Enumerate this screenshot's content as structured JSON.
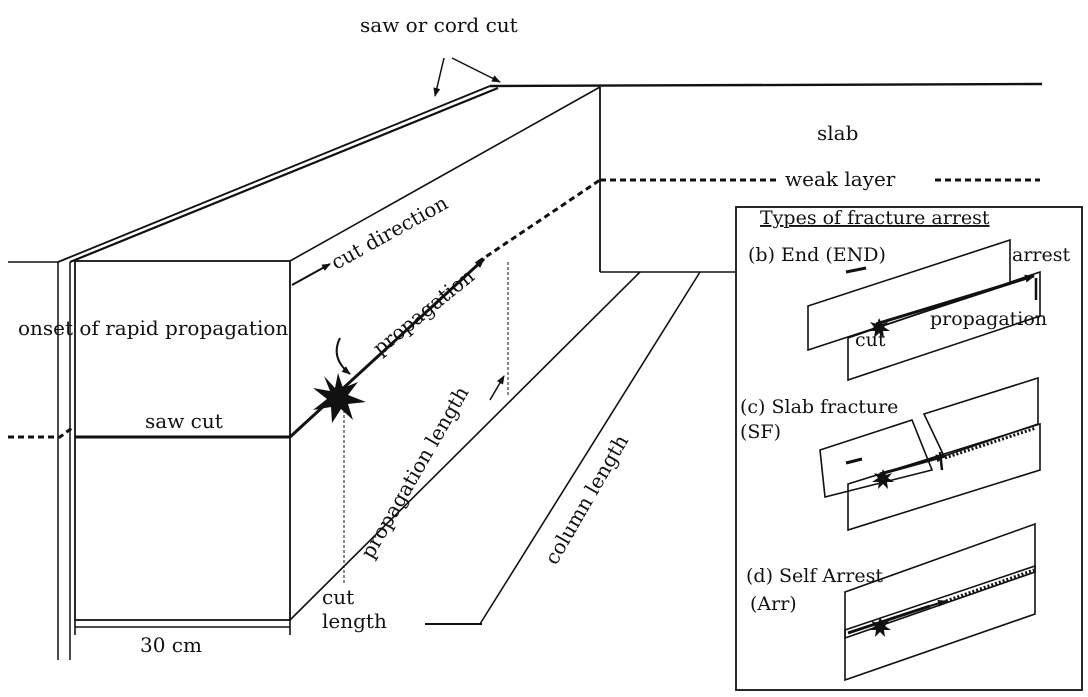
{
  "diagram": {
    "labels": {
      "saw_or_cord_cut": "saw or cord cut",
      "slab": "slab",
      "weak_layer": "weak layer",
      "cut_direction": "cut direction",
      "propagation": "propagation",
      "onset": "onset of rapid propagation",
      "saw_cut": "saw cut",
      "propagation_length": "propagation length",
      "column_length": "column length",
      "cut_length_1": "cut",
      "cut_length_2": "length",
      "width": "30 cm"
    },
    "inset": {
      "title": "Types of fracture arrest",
      "b": {
        "label": "(b) End (END)",
        "arrest": "arrest",
        "propagation": "propagation",
        "cut": "cut"
      },
      "c": {
        "label_1": "(c) Slab fracture",
        "label_2": "(SF)"
      },
      "d": {
        "label_1": "(d) Self Arrest",
        "label_2": "(Arr)"
      }
    }
  }
}
